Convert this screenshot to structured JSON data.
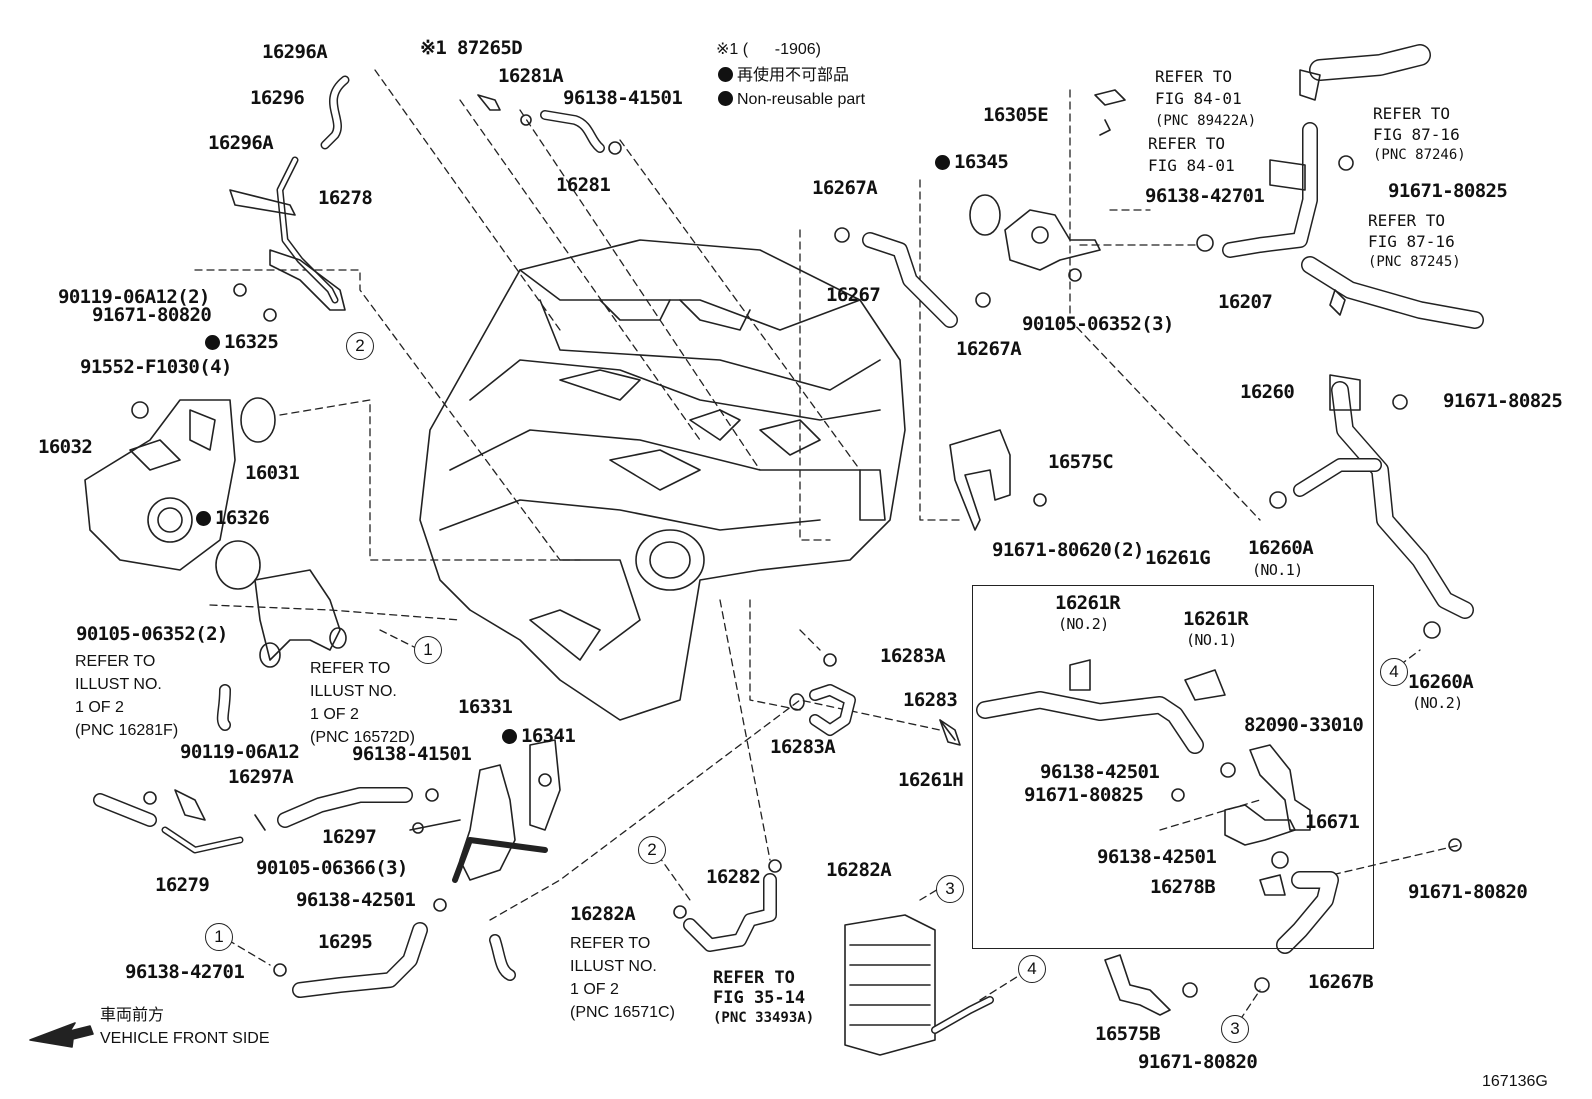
{
  "legend": {
    "note_prefix": "※1 (",
    "note_suffix": "-1906)",
    "jp_label": "再使用不可部品",
    "en_label": "Non-reusable part"
  },
  "footer": {
    "jp_direction": "車両前方",
    "en_direction": "VEHICLE FRONT SIDE",
    "figure_code": "167136G"
  },
  "labels": {
    "p16296A_top": "16296A",
    "p16296": "16296",
    "p16296A_bot": "16296A",
    "p16278": "16278",
    "p87265D": "※1 87265D",
    "p16281A": "16281A",
    "p96138_41501_top": "96138-41501",
    "p16281": "16281",
    "p90119_06A12_2": "90119-06A12(2)",
    "p91671_80820_left": "91671-80820",
    "p16325": "16325",
    "p91552": "91552-F1030(4)",
    "p16032": "16032",
    "p16031": "16031",
    "p16326": "16326",
    "p90105_06352_2": "90105-06352(2)",
    "p90119_06A12": "90119-06A12",
    "p16297A": "16297A",
    "p16279": "16279",
    "p16331": "16331",
    "p16341": "16341",
    "p96138_41501_mid": "96138-41501",
    "p16297": "16297",
    "p90105_06366_3": "90105-06366(3)",
    "p96138_42501_left": "96138-42501",
    "p16295": "16295",
    "p96138_42701_left": "96138-42701",
    "p16282A_left": "16282A",
    "p16282": "16282",
    "p16282A_right": "16282A",
    "p16283A_top": "16283A",
    "p16283": "16283",
    "p16283A_bot": "16283A",
    "p16261H": "16261H",
    "p16267A_top": "16267A",
    "p16267": "16267",
    "p16267A_bot": "16267A",
    "p16345": "16345",
    "p16305E": "16305E",
    "p90105_06352_3": "90105-06352(3)",
    "p96138_42701_right": "96138-42701",
    "p16207": "16207",
    "p91671_80825_top": "91671-80825",
    "p16260": "16260",
    "p91671_80825_mid": "91671-80825",
    "p16575C": "16575C",
    "p91671_80620_2": "91671-80620(2)",
    "p16260A_1": "16260A",
    "p16260A_1_sub": "(NO.1)",
    "p16261G": "16261G",
    "p16261R_2": "16261R",
    "p16261R_2_sub": "(NO.2)",
    "p16261R_1": "16261R",
    "p16261R_1_sub": "(NO.1)",
    "p82090": "82090-33010",
    "p96138_42501_box1": "96138-42501",
    "p91671_80825_box": "91671-80825",
    "p16671": "16671",
    "p96138_42501_box2": "96138-42501",
    "p16278B": "16278B",
    "p16260A_2": "16260A",
    "p16260A_2_sub": "(NO.2)",
    "p91671_80820_right": "91671-80820",
    "p16267B": "16267B",
    "p16575B": "16575B",
    "p91671_80820_bottom": "91671-80820"
  },
  "refers": {
    "r_fig84_a": [
      "REFER TO",
      "FIG 84-01",
      "(PNC 89422A)"
    ],
    "r_fig84_b": [
      "REFER TO",
      "FIG 84-01"
    ],
    "r_fig87_a": [
      "REFER TO",
      "FIG 87-16",
      "(PNC 87246)"
    ],
    "r_fig87_b": [
      "REFER TO",
      "FIG 87-16",
      "(PNC 87245)"
    ],
    "r_illust_a": [
      "REFER TO",
      "ILLUST NO.",
      "1 OF 2",
      "(PNC 16281F)"
    ],
    "r_illust_b": [
      "REFER TO",
      "ILLUST NO.",
      "1 OF 2",
      "(PNC 16572D)"
    ],
    "r_illust_c": [
      "REFER TO",
      "ILLUST NO.",
      "1 OF 2",
      "(PNC 16571C)"
    ],
    "r_fig35": [
      "REFER TO",
      "FIG 35-14",
      "(PNC 33493A)"
    ]
  },
  "callouts": [
    "1",
    "2",
    "3",
    "4"
  ]
}
